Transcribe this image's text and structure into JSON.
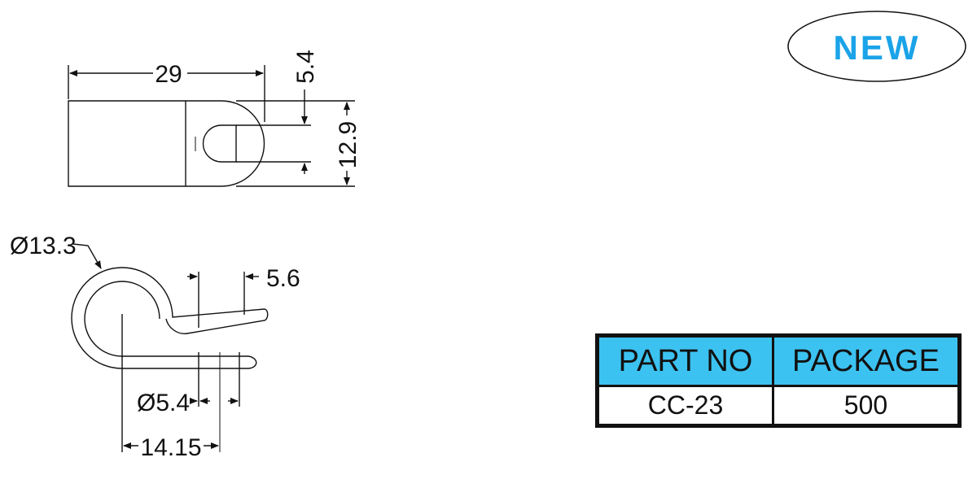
{
  "badge": {
    "label": "NEW",
    "text_color": "#1aa3e8"
  },
  "top_view": {
    "width_dim": "29",
    "hole_dim": "5.4",
    "height_dim": "12.9"
  },
  "side_view": {
    "loop_diameter_dim": "Ø13.3",
    "tab_gap_dim": "5.6",
    "hole_diameter_dim": "Ø5.4",
    "hole_offset_dim": "14.15"
  },
  "spec_table": {
    "header_color": "#3cc2f0",
    "headers": [
      "PART NO",
      "PACKAGE"
    ],
    "rows": [
      [
        "CC-23",
        "500"
      ]
    ]
  }
}
